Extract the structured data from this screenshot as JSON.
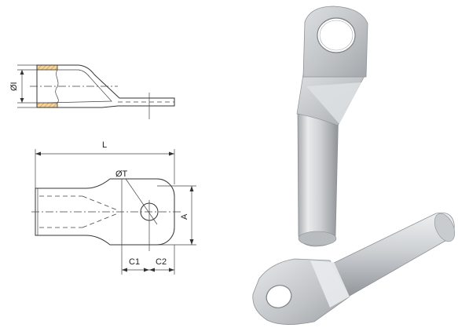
{
  "labels": {
    "diameter_inner": "ØI",
    "length": "L",
    "hole_diameter": "ØT",
    "width": "A",
    "dim_c1": "C1",
    "dim_c2": "C2"
  },
  "colors": {
    "hatch": "#e8b46a",
    "line": "#333333",
    "metal_light": "#e4e6e8",
    "metal_mid": "#c4c7ca",
    "metal_dark": "#9a9ea2"
  }
}
